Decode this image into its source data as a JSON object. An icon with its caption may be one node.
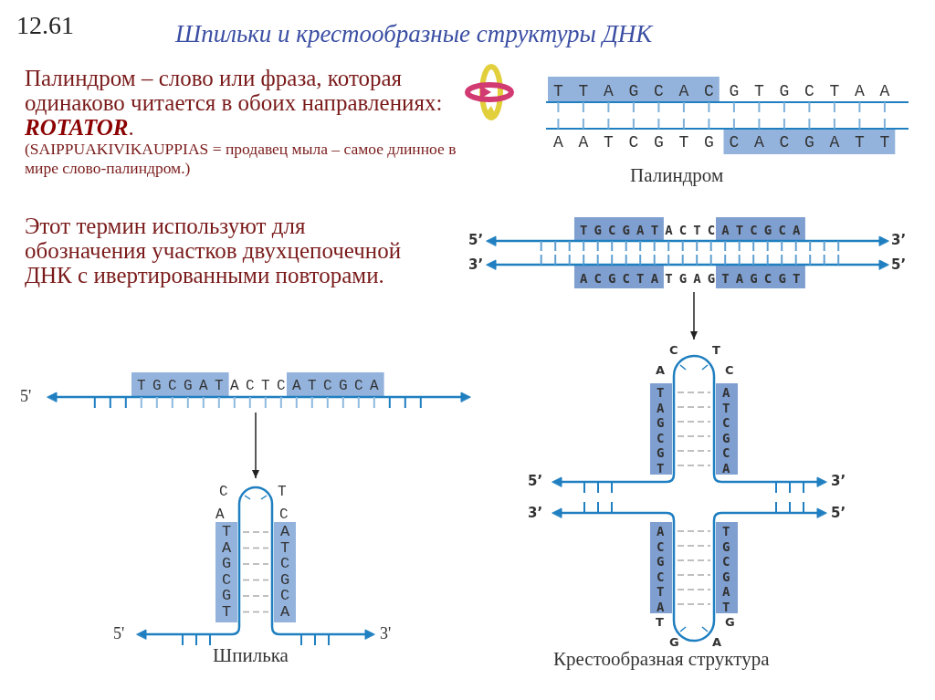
{
  "diagram": {
    "title": "Шпильки и крестообразные структуры ДНК",
    "nodes": [
      {
        "text": [
          "TTAGCACGTGCTAA",
          "AATCGTGCACGATT"
        ],
        "beside": [
          "Палиндром"
        ]
      },
      {
        "text": [
          "TGCGATACTCATCGCA",
          "ACGCTATGAGTAGCGT"
        ],
        "beside": [
          "5’",
          "3’",
          "3’",
          "5’"
        ]
      },
      {
        "text": [
          "C",
          "T",
          "A",
          "C",
          "TAGCGT",
          "ATCGCA",
          "ACGCTA",
          "TGCGAT",
          "T",
          "G",
          "G",
          "A"
        ],
        "beside": [
          "5’",
          "3’",
          "3’",
          "5’",
          "Крестообразная структура"
        ]
      },
      {
        "text": [
          "TGCGATACTCATCGCA"
        ],
        "beside": [
          "5'"
        ]
      },
      {
        "text": [
          "C",
          "T",
          "A",
          "C",
          "TAGCGT",
          "ATCGCA"
        ],
        "beside": [
          "5'",
          "3'",
          "Шпилька"
        ]
      }
    ],
    "edges": [
      {
        "from": 1,
        "to": 2,
        "arrow": "to"
      },
      {
        "from": 3,
        "to": 4,
        "arrow": "to"
      }
    ],
    "labels": [
      "12.61",
      "Палиндром – слово или фраза, которая одинаково читается в обоих направлениях: **ROTATOR**.",
      "(SAIPPUAKIVIKAUPPIAS = продавец мыла – самое длинное в мире слово-палиндром.)",
      "Этот термин используют для обозначения участков двухцепочечной ДНК с ивертированными повторами."
    ]
  }
}
